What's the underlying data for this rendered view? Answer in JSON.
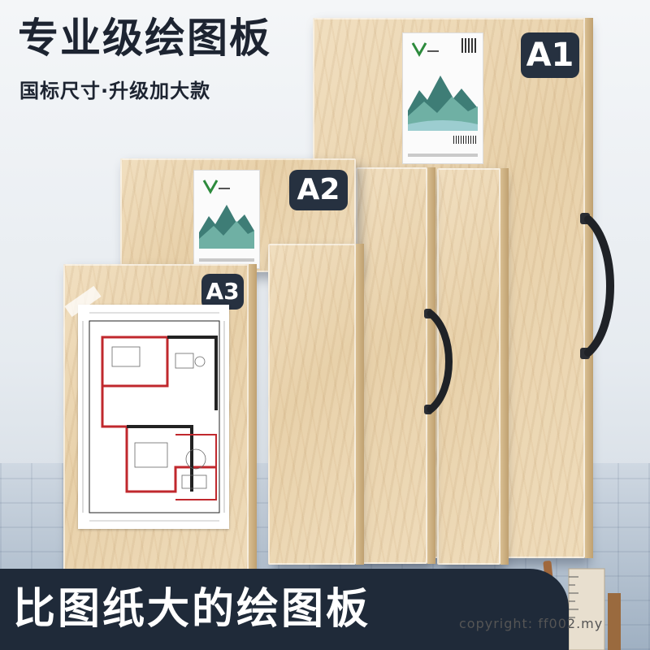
{
  "headline": {
    "title": "专业级绘图板",
    "subtitle": "国标尺寸·升级加大款"
  },
  "boards": [
    {
      "size_label": "A1"
    },
    {
      "size_label": "A2"
    },
    {
      "size_label": "A3"
    }
  ],
  "banner": {
    "text": "比图纸大的绘图板"
  },
  "watermark": "copyright: ff002.my",
  "colors": {
    "wood": "#e8d1aa",
    "tag_bg": "#263140",
    "banner_bg": "#1f2a39",
    "plan_red": "#c0282d"
  }
}
